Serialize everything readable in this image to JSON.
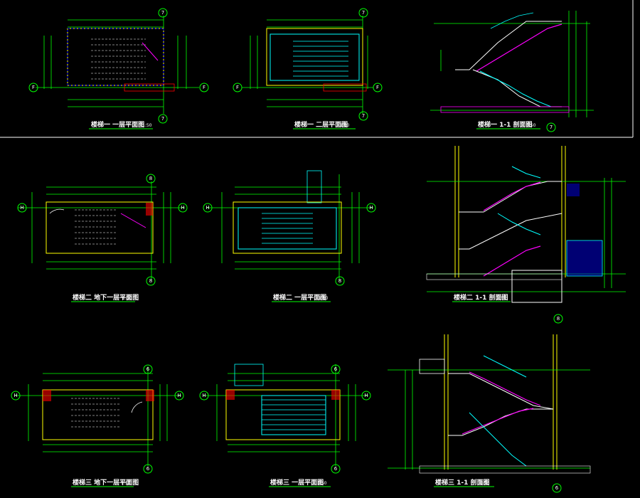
{
  "drawings": {
    "stair1_floor1": {
      "title": "楼梯一 一层平面图",
      "scale": "1:50",
      "grid_top": "7",
      "grid_bottom": "7",
      "grid_left": "F",
      "grid_right": "F"
    },
    "stair1_floor2": {
      "title": "楼梯一 二层平面图",
      "scale": "1:50",
      "grid_top": "7",
      "grid_bottom": "7",
      "grid_left": "F",
      "grid_right": "F"
    },
    "stair1_section": {
      "title": "楼梯一 1-1 剖面图",
      "scale": "1:50",
      "grid": "7"
    },
    "stair2_basement": {
      "title": "楼梯二 地下一层平面图",
      "scale": "1:50",
      "grid_top": "8",
      "grid_bottom": "8",
      "grid_left": "H",
      "grid_right": "H"
    },
    "stair2_floor1": {
      "title": "楼梯二 一层平面图",
      "scale": "1:50",
      "grid_bottom": "8",
      "grid_left": "H",
      "grid_right": "H"
    },
    "stair2_section": {
      "title": "楼梯二 1-1 剖面图",
      "scale": "1:50",
      "grid": "8"
    },
    "stair3_basement": {
      "title": "楼梯三 地下一层平面图",
      "scale": "1:50",
      "grid_top": "6",
      "grid_bottom": "6",
      "grid_left": "H",
      "grid_right": "H"
    },
    "stair3_floor1": {
      "title": "楼梯三 一层平面图",
      "scale": "1:50",
      "grid_top": "6",
      "grid_bottom": "6",
      "grid_left": "H",
      "grid_right": "H"
    },
    "stair3_section": {
      "title": "楼梯三 1-1 剖面图",
      "scale": "1:50",
      "grid": "6"
    }
  },
  "colors": {
    "background": "#000000",
    "dimension": "#00ff00",
    "stair": "#00ffff",
    "wall": "#ffff00",
    "railing": "#ff00ff",
    "text": "#ffffff",
    "hatch": "#ff0000",
    "water": "#0000ff"
  }
}
